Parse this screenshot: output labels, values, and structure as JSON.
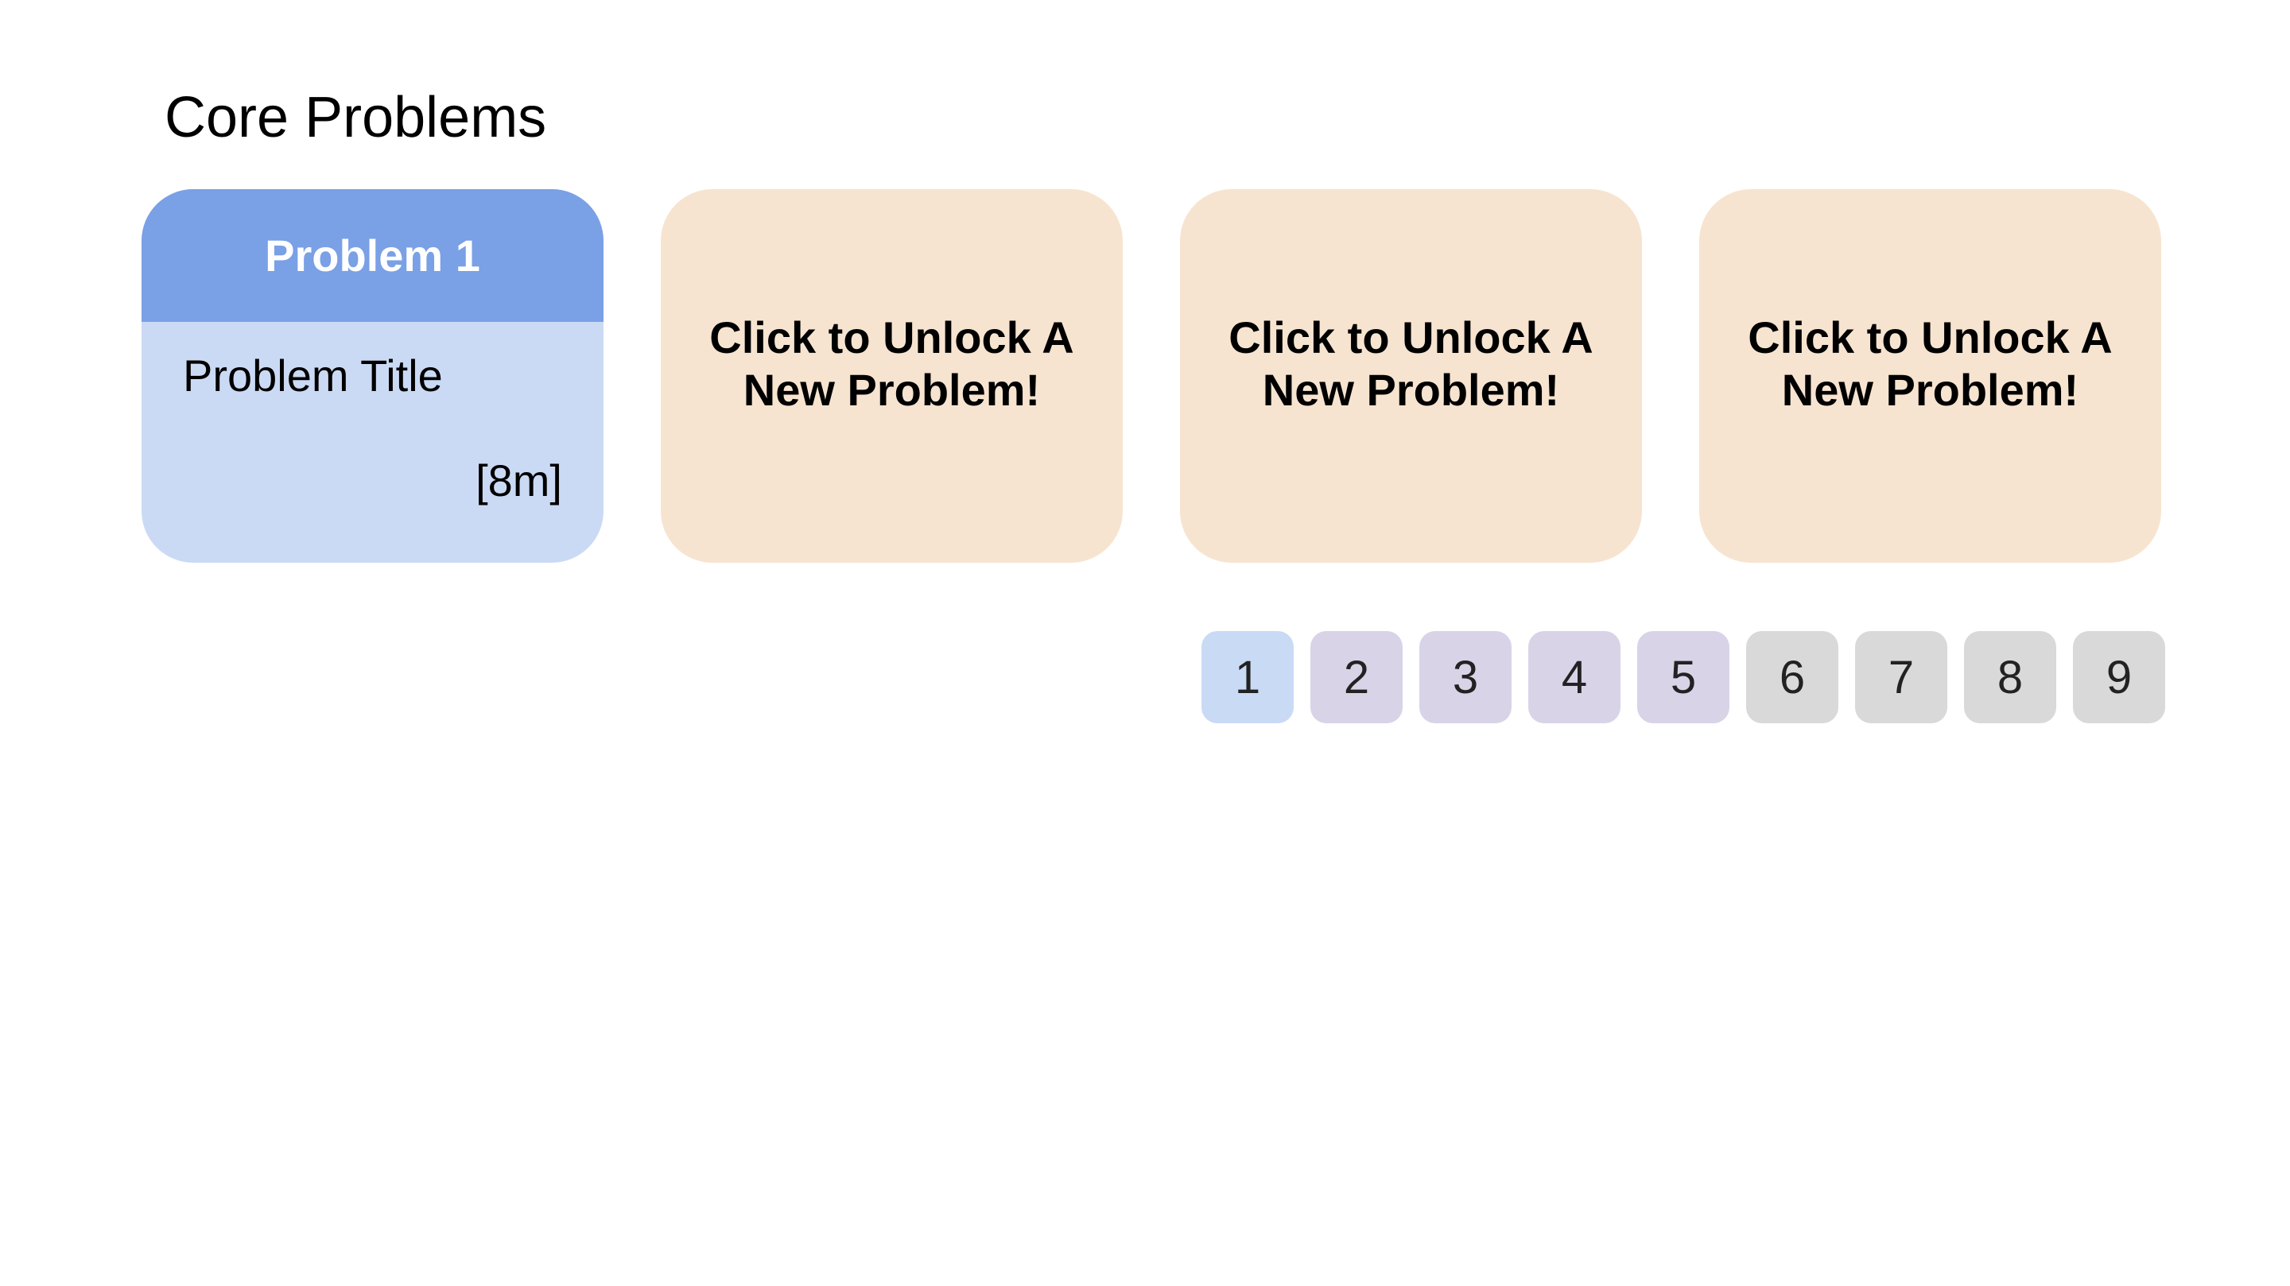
{
  "section": {
    "title": "Core Problems"
  },
  "cards": {
    "active": {
      "header": "Problem 1",
      "title": "Problem Title",
      "duration": "[8m]"
    },
    "locked": [
      {
        "line1": "Click to Unlock A",
        "line2": "New Problem!"
      },
      {
        "line1": "Click to Unlock A",
        "line2": "New Problem!"
      },
      {
        "line1": "Click to Unlock A",
        "line2": "New Problem!"
      }
    ]
  },
  "pagination": {
    "pages": [
      {
        "label": "1",
        "color": "#c9daf5",
        "state": "current"
      },
      {
        "label": "2",
        "color": "#d9d3e8",
        "state": "available"
      },
      {
        "label": "3",
        "color": "#d9d3e8",
        "state": "available"
      },
      {
        "label": "4",
        "color": "#d9d3e8",
        "state": "available"
      },
      {
        "label": "5",
        "color": "#d9d3e8",
        "state": "available"
      },
      {
        "label": "6",
        "color": "#d9d9d9",
        "state": "locked"
      },
      {
        "label": "7",
        "color": "#d9d9d9",
        "state": "locked"
      },
      {
        "label": "8",
        "color": "#d9d9d9",
        "state": "locked"
      },
      {
        "label": "9",
        "color": "#d9d9d9",
        "state": "locked"
      }
    ]
  },
  "colors": {
    "active_header": "#7aa0e6",
    "active_body": "#cbdaf4",
    "locked_card": "#f7e4d0"
  }
}
